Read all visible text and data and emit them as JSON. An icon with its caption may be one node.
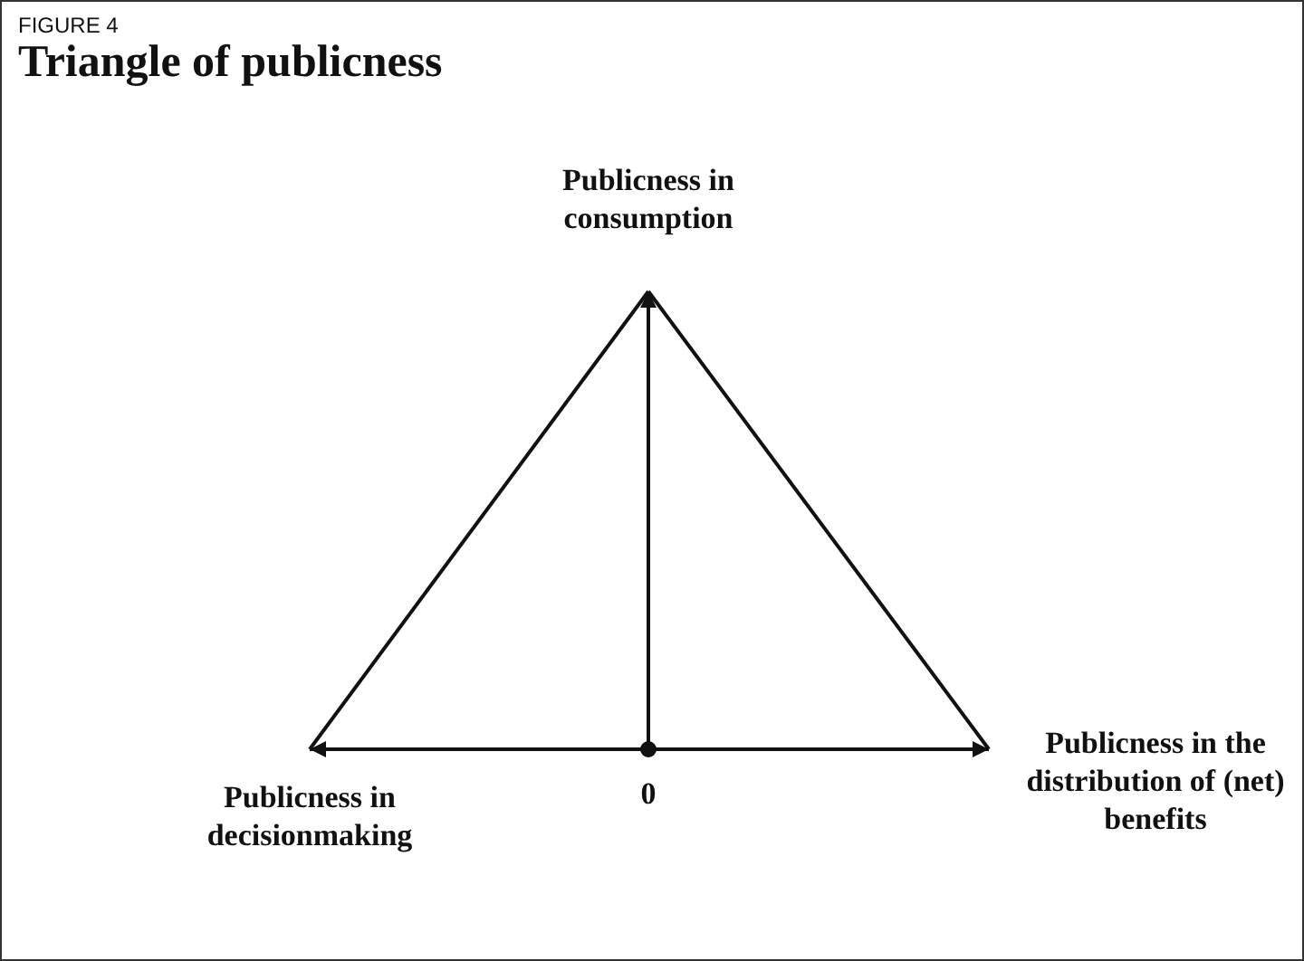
{
  "diagram": {
    "title": "Triangle of publicness",
    "nodes": [
      {
        "text": [
          "Publicness in consumption"
        ]
      },
      {
        "text": [
          "Publicness in decisionmaking"
        ]
      },
      {
        "text": [
          "Publicness in the distribution of (net) benefits"
        ]
      },
      {
        "text": [
          "0"
        ]
      }
    ],
    "edges": [
      {
        "from": 3,
        "to": 0,
        "arrow": "to"
      },
      {
        "from": 3,
        "to": 1,
        "arrow": "to"
      },
      {
        "from": 3,
        "to": 2,
        "arrow": "to"
      },
      {
        "from": 0,
        "to": 1,
        "arrow": "none"
      },
      {
        "from": 0,
        "to": 2,
        "arrow": "none"
      }
    ],
    "labels": [
      "FIGURE 4"
    ]
  }
}
